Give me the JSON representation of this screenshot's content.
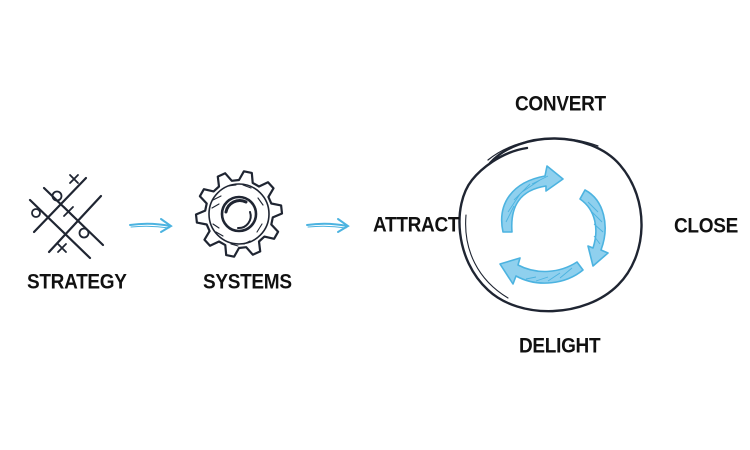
{
  "labels": {
    "strategy": "STRATEGY",
    "systems": "SYSTEMS",
    "attract": "ATTRACT",
    "convert": "CONVERT",
    "close": "CLOSE",
    "delight": "DELIGHT"
  },
  "colors": {
    "ink": "#1f2532",
    "accent": "#4cb3e0",
    "accent_light": "#8fd0ee",
    "text": "#111111"
  },
  "icons": {
    "strategy": "tic-tac-toe-icon",
    "systems": "gear-icon",
    "cycle": "cycle-arrows-icon"
  }
}
